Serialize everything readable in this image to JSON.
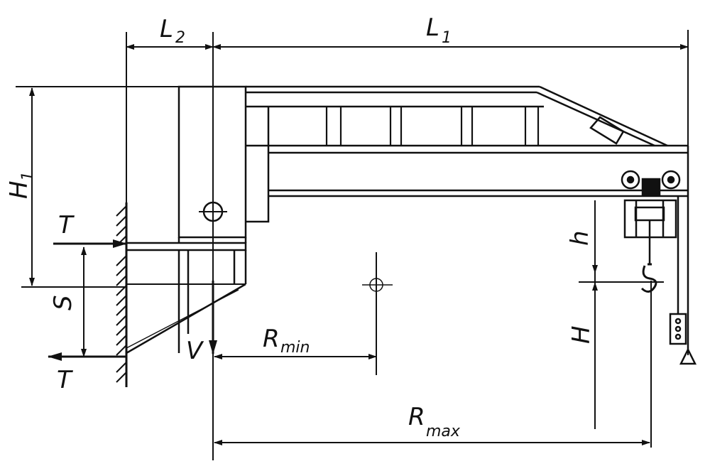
{
  "labels": {
    "L1": {
      "main": "L",
      "sub": "1"
    },
    "L2": {
      "main": "L",
      "sub": "2"
    },
    "H1": {
      "main": "H",
      "sub": "1"
    },
    "T_top": "T",
    "T_bottom": "T",
    "S": "S",
    "V": "V",
    "h": "h",
    "H": "H",
    "Rmin": {
      "main": "R",
      "sub": "min"
    },
    "Rmax": {
      "main": "R",
      "sub": "max"
    }
  }
}
